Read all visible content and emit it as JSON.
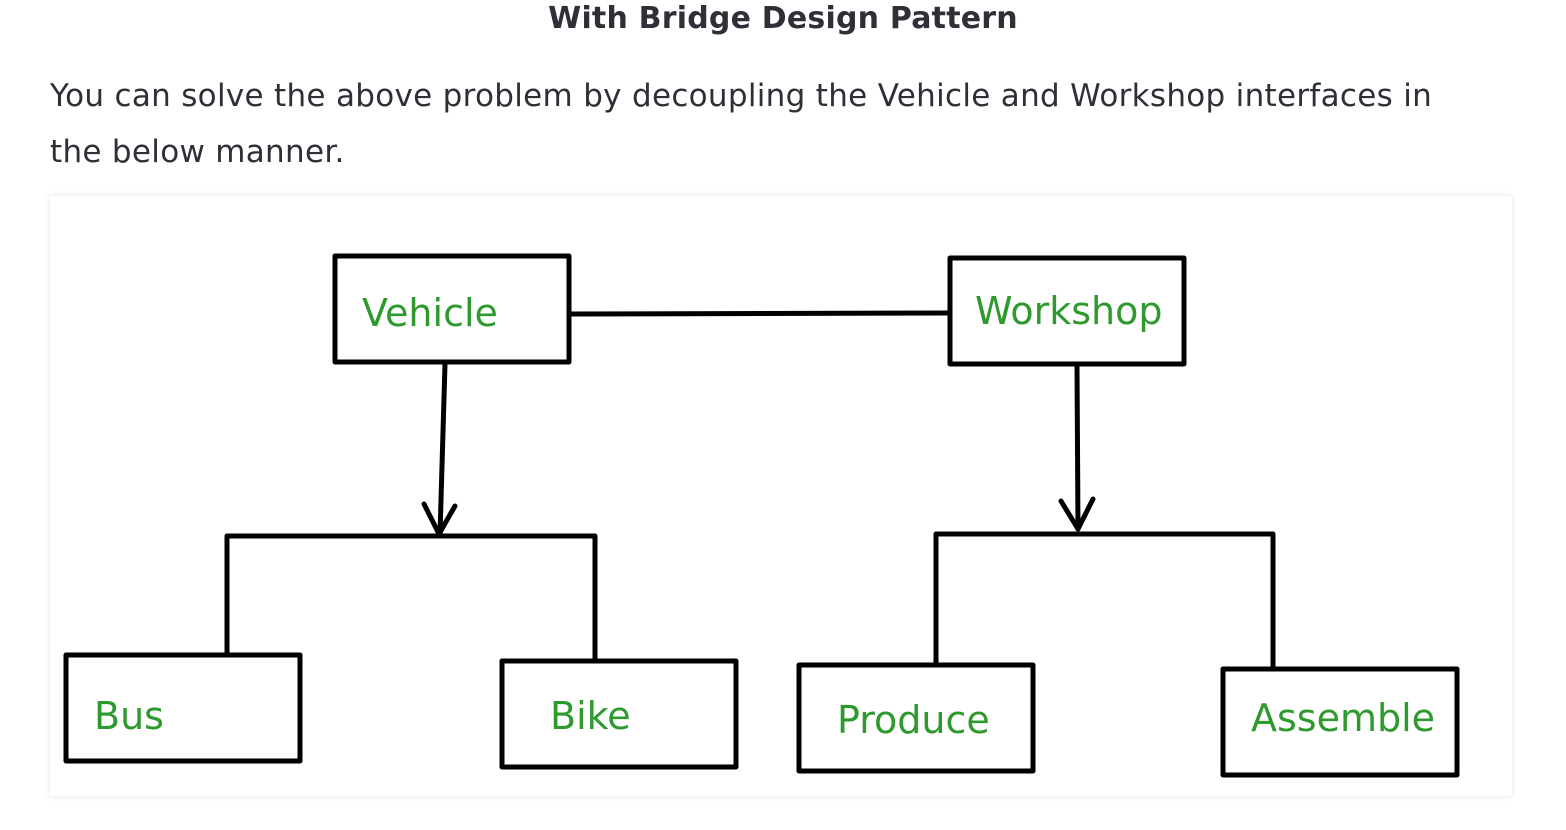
{
  "heading": "With Bridge Design Pattern",
  "paragraph": "You can solve the above problem by decoupling the Vehicle and Workshop interfaces in the below manner.",
  "diagram": {
    "nodes": {
      "vehicle": "Vehicle",
      "workshop": "Workshop",
      "bus": "Bus",
      "bike": "Bike",
      "produce": "Produce",
      "assemble": "Assemble"
    }
  }
}
